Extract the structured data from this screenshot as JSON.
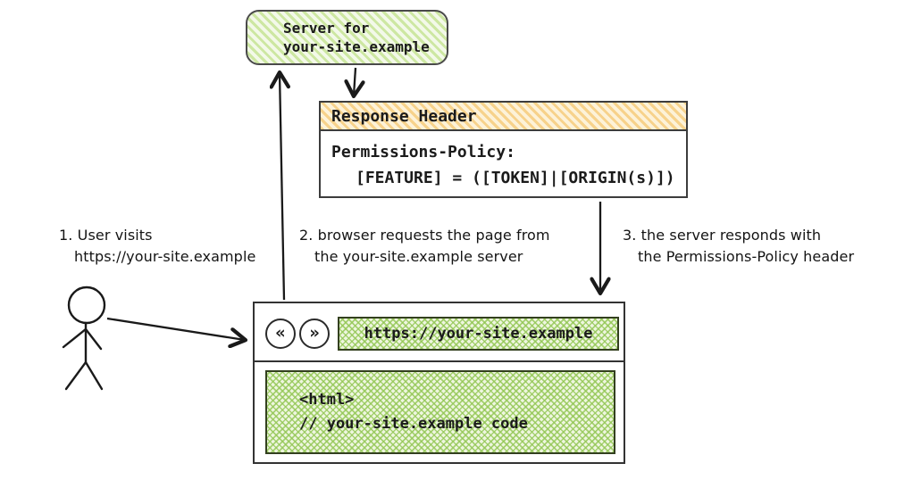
{
  "colors": {
    "green_stripe": "#cde7a2",
    "green_crosshatch": "#93c755",
    "orange_stripe": "#f7d28b",
    "ink": "#1b1b1b",
    "border": "#3c3c3c"
  },
  "server_box": {
    "lines": [
      "Server for",
      "your-site.example"
    ]
  },
  "response_header_box": {
    "title": "Response Header",
    "body_lines": [
      "Permissions-Policy:",
      "[FEATURE] = ([TOKEN]|[ORIGIN(s)])"
    ]
  },
  "steps": [
    {
      "line1": "1. User visits",
      "line2": "https://your-site.example"
    },
    {
      "line1": "2. browser requests the page from",
      "line2": "the your-site.example server"
    },
    {
      "line1": "3. the server responds with",
      "line2": "the Permissions-Policy header"
    }
  ],
  "browser": {
    "back_icon": "«",
    "forward_icon": "»",
    "url": "https://your-site.example",
    "content_lines": [
      "<html>",
      "// your-site.example code"
    ]
  },
  "icons": {
    "user": "stick-figure"
  }
}
